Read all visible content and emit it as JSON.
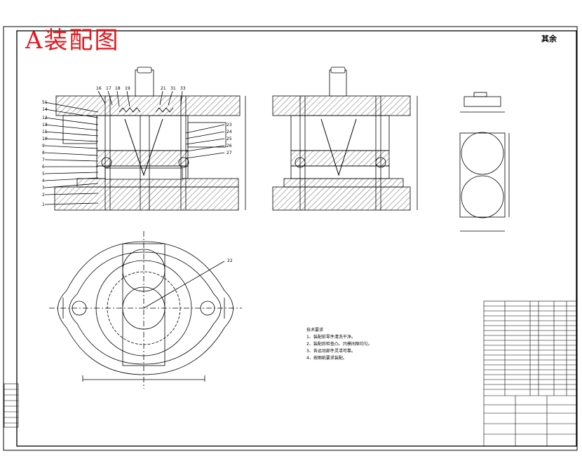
{
  "drawing": {
    "title": "A装配图",
    "roughness_mark": "其余"
  },
  "views": {
    "left_section_labels": [
      "51",
      "14",
      "12",
      "13",
      "11",
      "10",
      "9",
      "8",
      "7",
      "6",
      "5",
      "4",
      "3",
      "2",
      "1"
    ],
    "top_labels": [
      "16",
      "17",
      "18",
      "19",
      "21",
      "31",
      "33"
    ],
    "right_labels": [
      "23",
      "24",
      "25",
      "26",
      "27"
    ],
    "plan_callout": "22"
  },
  "notes": {
    "heading": "技术要求",
    "items": [
      "1、装配前零件清洗干净。",
      "2、装配后检查凸、凹模间隙均匀。",
      "3、各运动部件灵活可靠。",
      "4、按图纸要求装配。"
    ]
  }
}
